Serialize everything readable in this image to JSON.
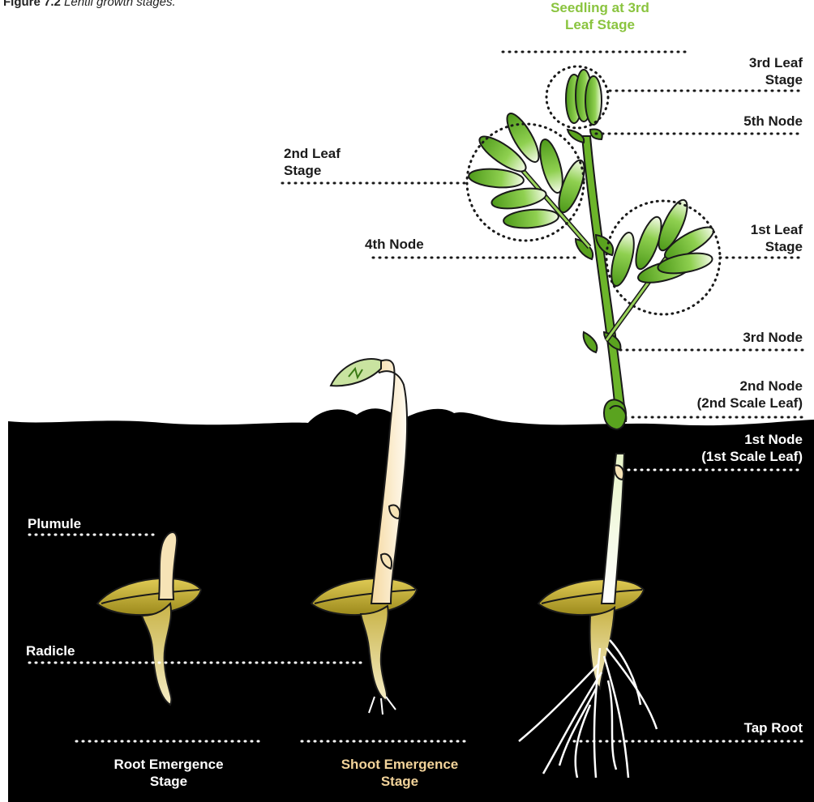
{
  "figure": {
    "number": "Figure 7.2",
    "caption": "Lentil growth stages."
  },
  "stages": {
    "seedling": "Seedling at 3rd\nLeaf Stage",
    "root_emergence": "Root Emergence\nStage",
    "shoot_emergence": "Shoot Emergence\nStage"
  },
  "labels": {
    "third_leaf_stage": "3rd Leaf\nStage",
    "fifth_node": "5th Node",
    "second_leaf_stage": "2nd Leaf\nStage",
    "first_leaf_stage": "1st Leaf\nStage",
    "fourth_node": "4th Node",
    "third_node": "3rd Node",
    "second_node": "2nd Node\n(2nd Scale Leaf)",
    "first_node": "1st Node\n(1st Scale Leaf)",
    "plumule": "Plumule",
    "radicle": "Radicle",
    "tap_root": "Tap Root"
  },
  "colors": {
    "soil": "#000000",
    "leaf_green": "#5aa31f",
    "stem_green": "#6cb52a",
    "seedling_label": "#8ac43f",
    "shoot_label": "#f2d39a",
    "seed": "#c9b43a"
  }
}
